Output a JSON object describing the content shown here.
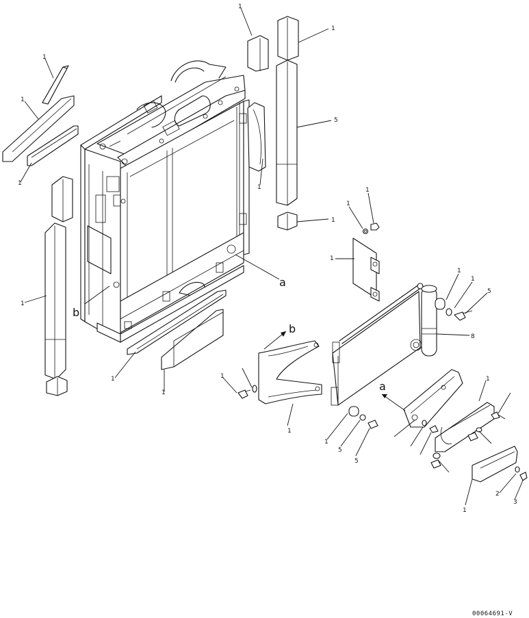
{
  "drawing_code": "00064691-V",
  "callouts": {
    "a_upper": "a",
    "a_lower": "a",
    "b_left": "b",
    "b_upper": "b"
  },
  "index_marks": [
    "1",
    "1",
    "5",
    "1",
    "1",
    "1",
    "1",
    "1",
    "1",
    "1",
    "1",
    "5",
    "8",
    "1",
    "5",
    "5",
    "1",
    "1",
    "1",
    "1",
    "1",
    "1",
    "1",
    "1",
    "2",
    "3",
    "1"
  ]
}
